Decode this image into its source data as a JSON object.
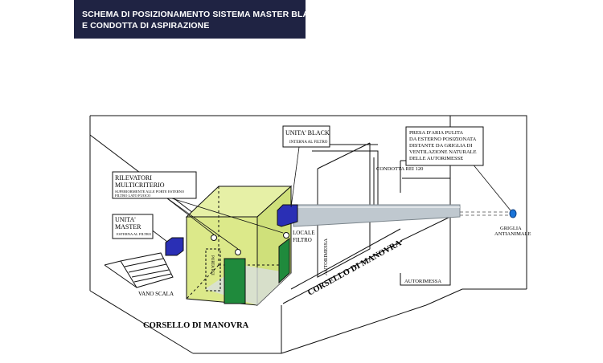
{
  "header": {
    "title_line1": "SCHEMA DI POSIZIONAMENTO SISTEMA MASTER BLACK",
    "title_line2": "E CONDOTTA DI ASPIRAZIONE"
  },
  "colors": {
    "title_bg": "#1f2343",
    "filter_box": "#dce98a",
    "door_green": "#1f8a3c",
    "unit_blue": "#2a2fb5",
    "duct": "#bfc8cf"
  },
  "labels": {
    "unita_black_title": "UNITA' BLACK",
    "unita_black_sub": "INTERNA AL FILTRO",
    "rilevatori_title1": "RILEVATORI",
    "rilevatori_title2": "MULTICRITERIO",
    "rilevatori_sub1": "SUPERIORMENTE ALLE PORTE ESTERNO",
    "rilevatori_sub2": "FILTRO LATO FUOCO",
    "unita_master_title1": "UNITA'",
    "unita_master_title2": "MASTER",
    "unita_master_sub": "ESTERNA AL FILTRO",
    "presa_line1": "PRESA D'ARIA PULITA",
    "presa_line2": "DA ESTERNO POSIZIONATA",
    "presa_line3": "DISTANTE DA GRIGLIA DI",
    "presa_line4": "VENTILAZIONE NATURALE",
    "presa_line5": "DELLE AUTORIMESSE",
    "condotta": "CONDOTTA REI 120",
    "griglia1": "GRIGLIA",
    "griglia2": "ANTIANIMALE",
    "locale1": "LOCALE",
    "locale2": "FILTRO",
    "porta": "PORTA REI",
    "autorimessa_v": "AUTORIMESSA",
    "autorimessa_h": "AUTORIMESSA",
    "corsello_diag": "CORSELLO DI MANOVRA",
    "corsello_bottom": "CORSELLO DI MANOVRA",
    "vano_scala": "VANO SCALA"
  }
}
